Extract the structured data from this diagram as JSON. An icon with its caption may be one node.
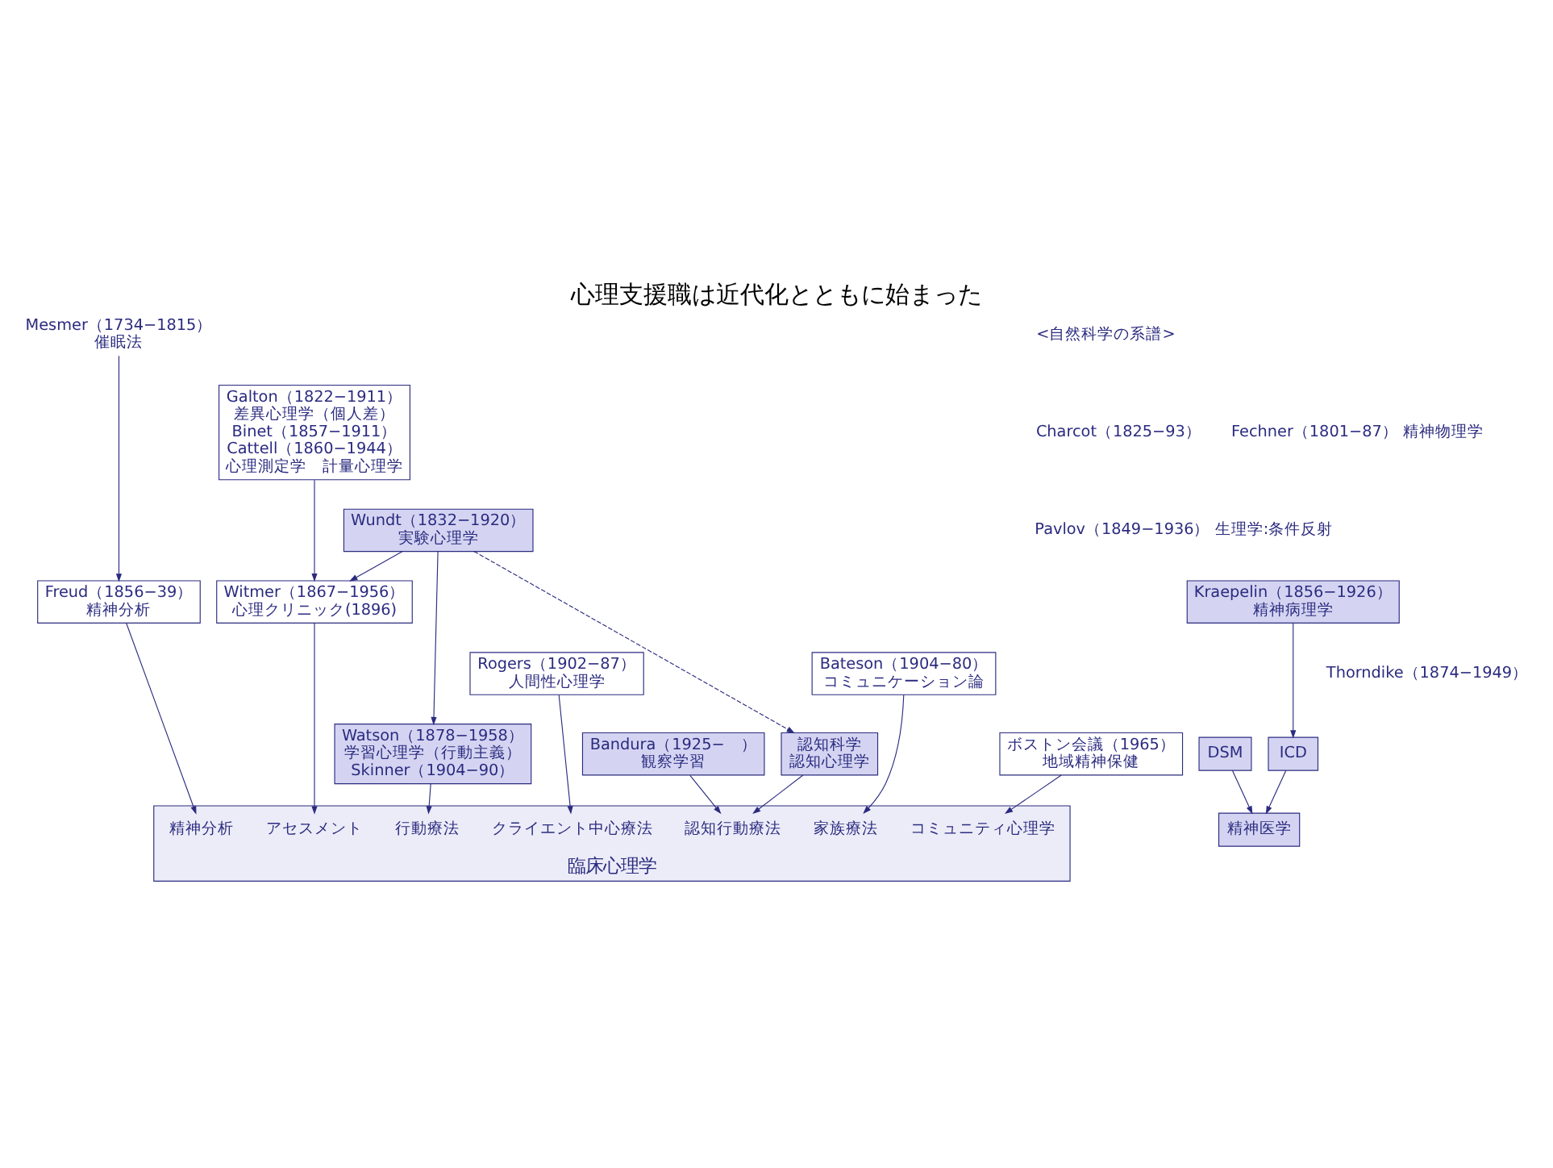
{
  "diagram": {
    "title": "心理支援職は近代化とともに始まった",
    "nodes": [
      {
        "text": [
          "Mesmer（1734−1815）",
          "催眠法"
        ]
      },
      {
        "text": [
          "Galton（1822−1911）",
          "差異心理学（個人差）",
          "Binet（1857−1911）",
          "Cattell（1860−1944）",
          "心理測定学　計量心理学"
        ]
      },
      {
        "text": [
          "Wundt（1832−1920）",
          "実験心理学"
        ]
      },
      {
        "text": [
          "Kraepelin（1856−1926）",
          "精神病理学"
        ]
      },
      {
        "text": [
          "Freud（1856−39）",
          "精神分析"
        ]
      },
      {
        "text": [
          "Witmer（1867−1956）",
          "心理クリニック(1896)"
        ]
      },
      {
        "text": [
          "Watson（1878−1958）",
          "学習心理学（行動主義）",
          "Skinner（1904−90）"
        ]
      },
      {
        "text": [
          "Rogers（1902−87）",
          "人間性心理学"
        ]
      },
      {
        "text": [
          "Bateson（1904−80）",
          "コミュニケーション論"
        ]
      },
      {
        "text": [
          "認知科学",
          "認知心理学"
        ]
      },
      {
        "text": [
          "Bandura（1925−　）",
          "観察学習"
        ]
      },
      {
        "text": [
          "ICD"
        ]
      },
      {
        "text": [
          "DSM"
        ]
      },
      {
        "text": [
          "ボストン会議（1965）",
          "地域精神保健"
        ]
      },
      {
        "text": [
          "臨床心理学"
        ]
      },
      {
        "text": [
          "コミュニティ心理学"
        ],
        "in": 14
      },
      {
        "text": [
          "家族療法"
        ],
        "in": 14
      },
      {
        "text": [
          "精神分析"
        ],
        "in": 14
      },
      {
        "text": [
          "クライエント中心療法"
        ],
        "in": 14
      },
      {
        "text": [
          "アセスメント"
        ],
        "in": 14
      },
      {
        "text": [
          "認知行動療法"
        ],
        "in": 14
      },
      {
        "text": [
          "行動療法"
        ],
        "in": 14
      },
      {
        "text": [
          "精神医学"
        ]
      }
    ],
    "edges": [
      {
        "from": 0,
        "to": 4,
        "arrow": "to"
      },
      {
        "from": 1,
        "to": 5,
        "arrow": "to"
      },
      {
        "from": 2,
        "to": 5,
        "arrow": "to"
      },
      {
        "from": 2,
        "to": 9,
        "arrow": "to",
        "style": "dashed"
      },
      {
        "from": 2,
        "to": 6,
        "arrow": "to"
      },
      {
        "from": 3,
        "to": 11,
        "arrow": "to"
      },
      {
        "from": 4,
        "to": 17,
        "arrow": "to"
      },
      {
        "from": 5,
        "to": 19,
        "arrow": "to"
      },
      {
        "from": 7,
        "to": 18,
        "arrow": "to"
      },
      {
        "from": 8,
        "to": 16,
        "arrow": "to"
      },
      {
        "from": 13,
        "to": 15,
        "arrow": "to"
      },
      {
        "from": 9,
        "to": 20,
        "arrow": "to"
      },
      {
        "from": 10,
        "to": 20,
        "arrow": "to"
      },
      {
        "from": 6,
        "to": 21,
        "arrow": "to"
      },
      {
        "from": 12,
        "to": 22,
        "arrow": "to"
      },
      {
        "from": 11,
        "to": 22,
        "arrow": "to"
      }
    ],
    "labels": [
      "Charcot（1825−93）",
      "<自然科学の系譜>",
      "Fechner（1801−87） 精神物理学",
      "Pavlov（1849−1936） 生理学:条件反射",
      "Thorndike（1874−1949）"
    ]
  }
}
